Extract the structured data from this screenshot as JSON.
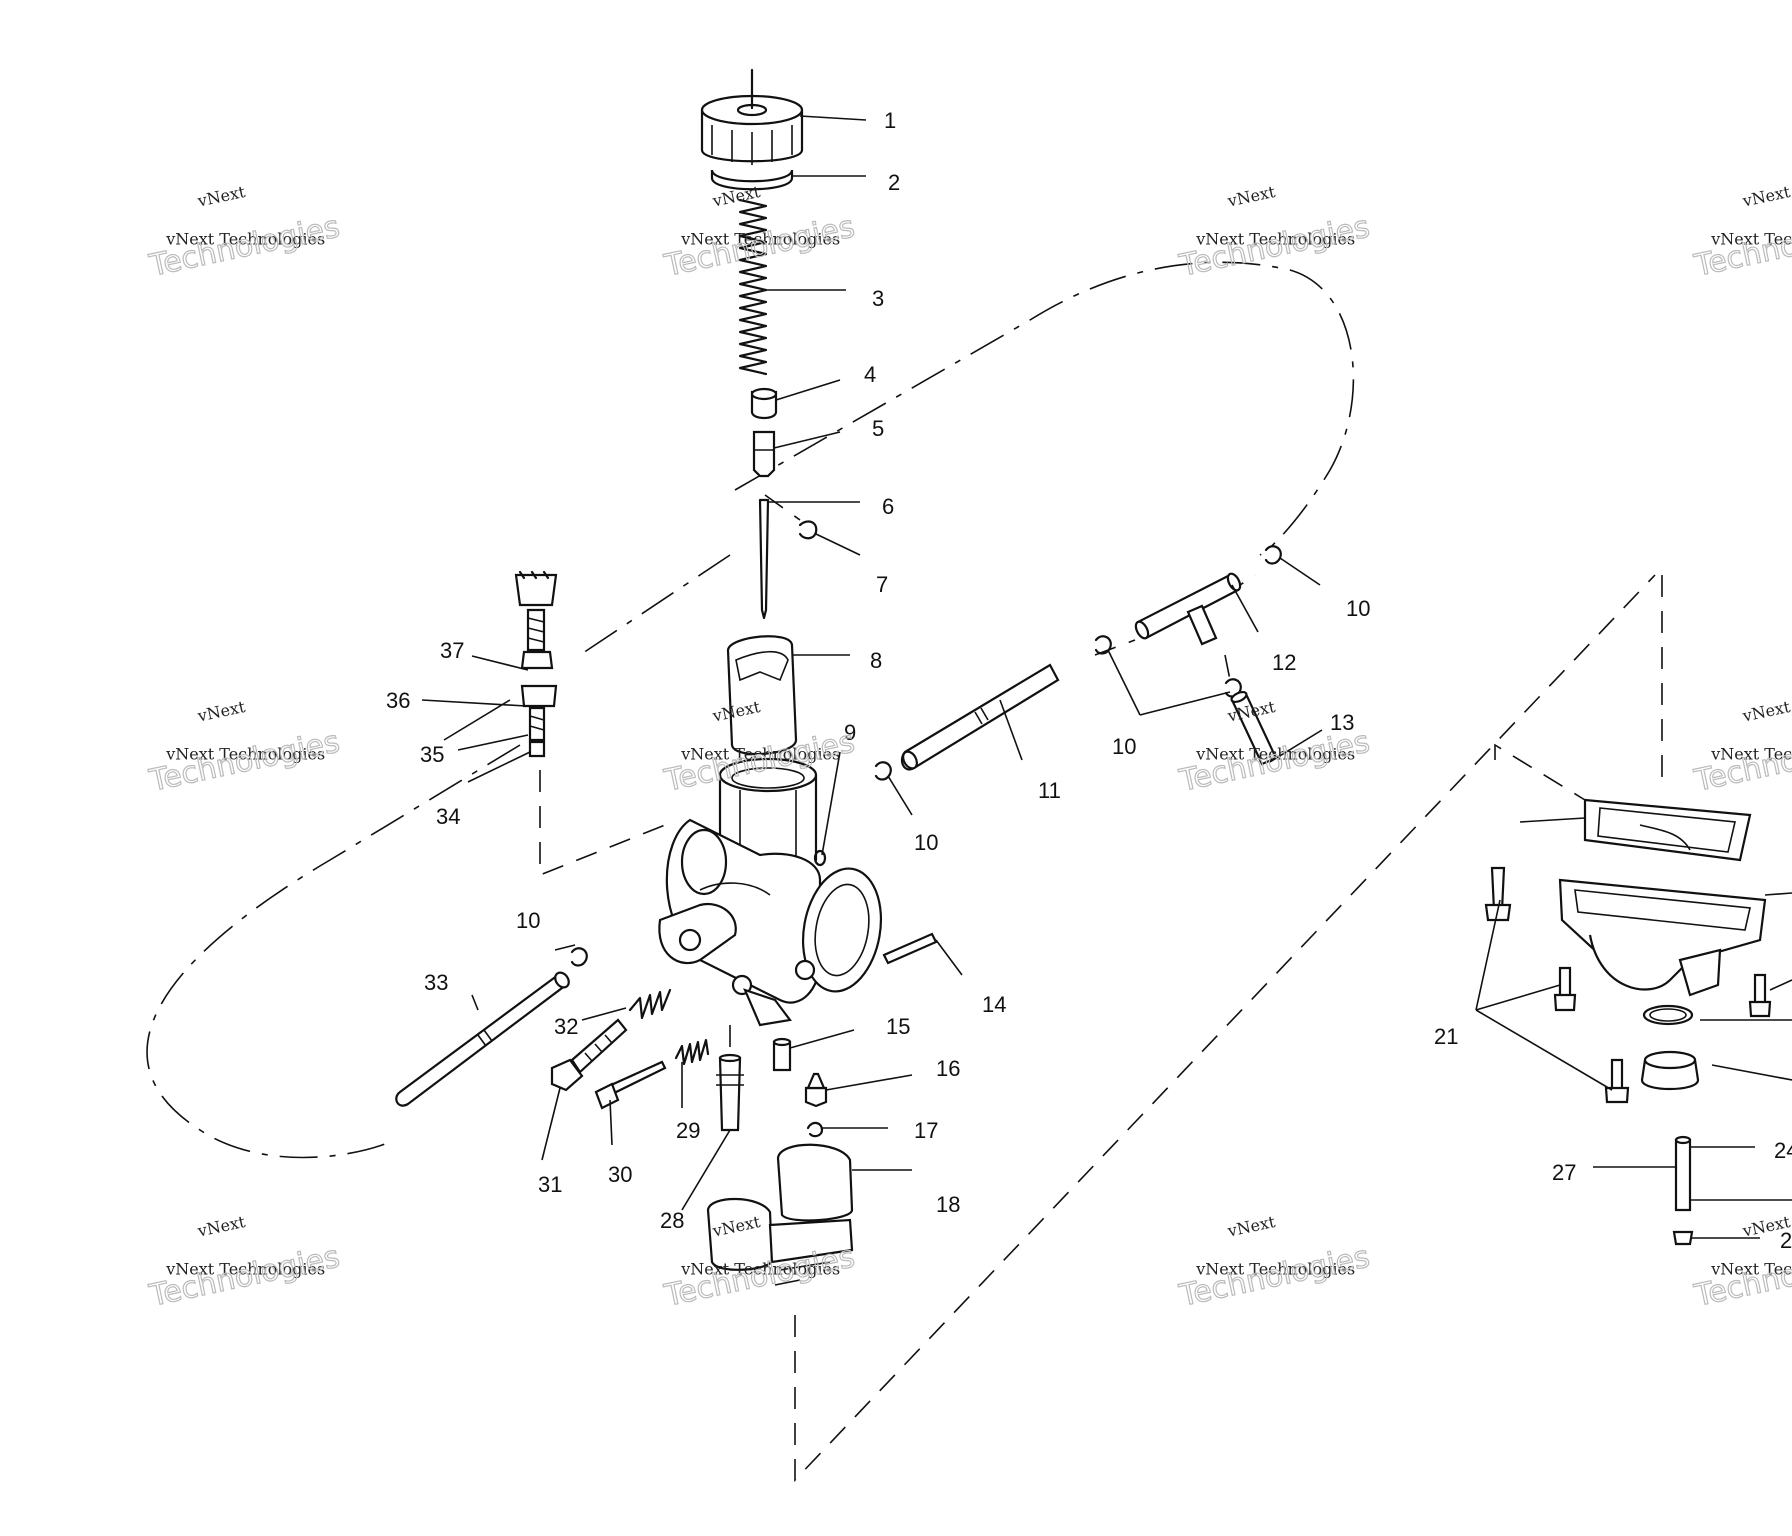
{
  "watermark": {
    "line1": "vNext",
    "line2": "vNext Technologies",
    "line3": "Technologies"
  },
  "labels": [
    {
      "id": "l1",
      "text": "1"
    },
    {
      "id": "l2",
      "text": "2"
    },
    {
      "id": "l3",
      "text": "3"
    },
    {
      "id": "l4",
      "text": "4"
    },
    {
      "id": "l5",
      "text": "5"
    },
    {
      "id": "l6",
      "text": "6"
    },
    {
      "id": "l7",
      "text": "7"
    },
    {
      "id": "l8",
      "text": "8"
    },
    {
      "id": "l9",
      "text": "9"
    },
    {
      "id": "l10a",
      "text": "10"
    },
    {
      "id": "l10b",
      "text": "10"
    },
    {
      "id": "l10c",
      "text": "10"
    },
    {
      "id": "l10d",
      "text": "10"
    },
    {
      "id": "l11",
      "text": "11"
    },
    {
      "id": "l12",
      "text": "12"
    },
    {
      "id": "l13",
      "text": "13"
    },
    {
      "id": "l14",
      "text": "14"
    },
    {
      "id": "l15",
      "text": "15"
    },
    {
      "id": "l16",
      "text": "16"
    },
    {
      "id": "l17",
      "text": "17"
    },
    {
      "id": "l18",
      "text": "18"
    },
    {
      "id": "l21",
      "text": "21"
    },
    {
      "id": "l24",
      "text": "24"
    },
    {
      "id": "l27",
      "text": "27"
    },
    {
      "id": "l28",
      "text": "28"
    },
    {
      "id": "l29",
      "text": "29"
    },
    {
      "id": "l30",
      "text": "30"
    },
    {
      "id": "l31",
      "text": "31"
    },
    {
      "id": "l32",
      "text": "32"
    },
    {
      "id": "l33",
      "text": "33"
    },
    {
      "id": "l34",
      "text": "34"
    },
    {
      "id": "l35",
      "text": "35"
    },
    {
      "id": "l36",
      "text": "36"
    },
    {
      "id": "l37",
      "text": "37"
    },
    {
      "id": "l2x",
      "text": "2"
    }
  ]
}
